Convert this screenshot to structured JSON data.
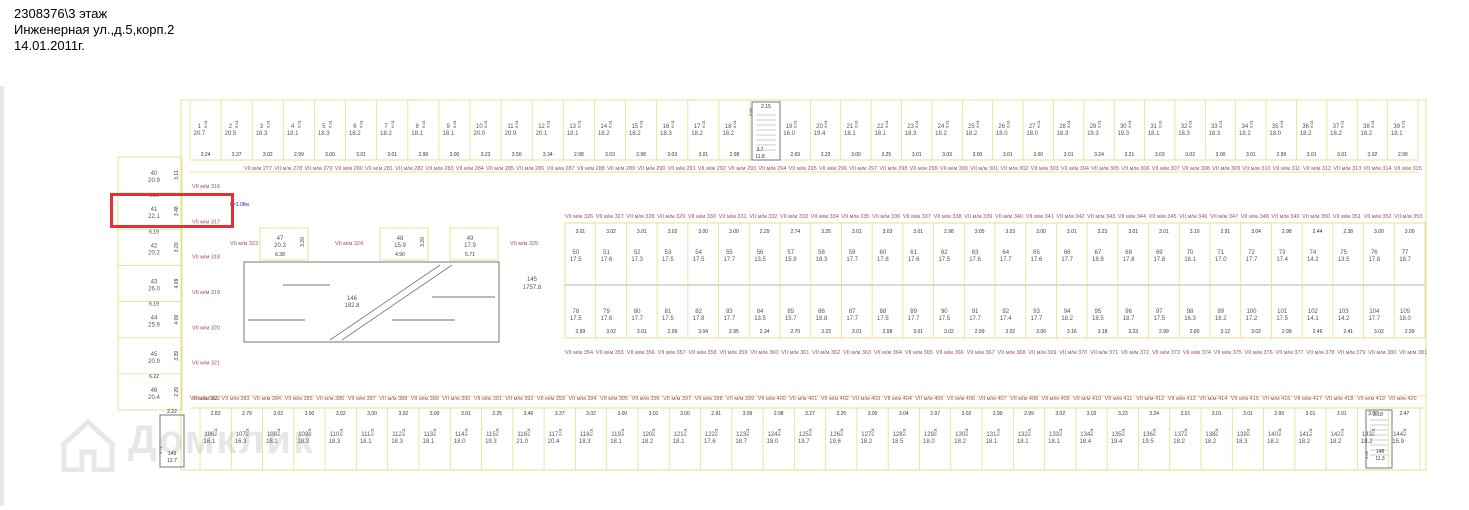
{
  "header": {
    "id_line": "2308376\\3 этаж",
    "address": "Инженерная ул.,д.5,корп.2",
    "date": "14.01.2011г."
  },
  "highlight": {
    "label": "VII м/м 317",
    "color": "#e53030"
  },
  "watermark": {
    "icon": "house-logo-icon",
    "text": "Домклик"
  },
  "colors": {
    "wall": "#e6e08a",
    "text": "#555555",
    "space_label": "#a0506a",
    "accent_green": "#7bb07b",
    "red": "#e53030"
  },
  "height_note": "h=3.08м",
  "central_hall": {
    "num": "145",
    "area": "1757.8"
  },
  "ramp_room": {
    "num": "146",
    "area": "182.8"
  },
  "left_rooms": [
    {
      "num": "40",
      "area": "20.9",
      "dim": "3.11"
    },
    {
      "num": "41",
      "area": "22.1",
      "dim": "3.48",
      "top": "6.19",
      "topb": "6.19"
    },
    {
      "num": "42",
      "area": "20.2",
      "dim": "3.20",
      "top": "6.19"
    },
    {
      "num": "43",
      "area": "26.0",
      "dim": "4.09"
    },
    {
      "num": "44",
      "area": "25.9",
      "dim": "4.09",
      "top": "6.19",
      "topb": "6.21"
    },
    {
      "num": "45",
      "area": "20.9",
      "dim": "3.39"
    },
    {
      "num": "46",
      "area": "20.4",
      "dim": "2.29",
      "top": "6.22",
      "topb": "6.22"
    }
  ],
  "left_spaces": [
    "VII м/м 316",
    "VII м/м 317",
    "VII м/м 318",
    "VII м/м 319",
    "VII м/м 320",
    "VII м/м 321",
    "VII м/м 322"
  ],
  "inner_rooms": [
    {
      "num": "47",
      "area": "20.3",
      "bottom": "6.38",
      "dim": "3.20"
    },
    {
      "num": "48",
      "area": "15.9",
      "bottom": "4.90",
      "dim": "3.20"
    },
    {
      "num": "49",
      "area": "17.9",
      "bottom": "5.71"
    }
  ],
  "inner_spaces": [
    "VII м/м 323",
    "VII м/м 324",
    "VII м/м 325"
  ],
  "top_rooms": [
    {
      "num": "1",
      "area": "20.7",
      "w": "3.24"
    },
    {
      "num": "2",
      "area": "20.5",
      "w": "3.37"
    },
    {
      "num": "3",
      "area": "18.3",
      "w": "3.02"
    },
    {
      "num": "4",
      "area": "18.1",
      "w": "2.99"
    },
    {
      "num": "5",
      "area": "18.3",
      "w": "3.00"
    },
    {
      "num": "6",
      "area": "18.2",
      "w": "3.01"
    },
    {
      "num": "7",
      "area": "18.2",
      "w": "3.01"
    },
    {
      "num": "8",
      "area": "18.1",
      "w": "2.99"
    },
    {
      "num": "9",
      "area": "18.1",
      "w": "3.00"
    },
    {
      "num": "10",
      "area": "20.0",
      "w": "3.23"
    },
    {
      "num": "11",
      "area": "20.9",
      "w": "3.50"
    },
    {
      "num": "12",
      "area": "20.1",
      "w": "3.34"
    },
    {
      "num": "13",
      "area": "18.1",
      "w": "2.98"
    },
    {
      "num": "14",
      "area": "18.2",
      "w": "3.03"
    },
    {
      "num": "15",
      "area": "18.2",
      "w": "2.98"
    },
    {
      "num": "16",
      "area": "18.3",
      "w": "3.03"
    },
    {
      "num": "17",
      "area": "18.2",
      "w": "3.01"
    },
    {
      "num": "18",
      "area": "18.2",
      "w": "2.98"
    },
    {
      "num": "19",
      "area": "16.0",
      "w": "2.69"
    },
    {
      "num": "20",
      "area": "19.4",
      "w": "3.23"
    },
    {
      "num": "21",
      "area": "18.1",
      "w": "3.00"
    },
    {
      "num": "22",
      "area": "18.1",
      "w": "3.25"
    },
    {
      "num": "23",
      "area": "18.3",
      "w": "3.01"
    },
    {
      "num": "24",
      "area": "18.2",
      "w": "3.03"
    },
    {
      "num": "25",
      "area": "18.2",
      "w": "3.00"
    },
    {
      "num": "26",
      "area": "18.0",
      "w": "3.01"
    },
    {
      "num": "27",
      "area": "18.0",
      "w": "3.00"
    },
    {
      "num": "28",
      "area": "18.3",
      "w": "3.01"
    },
    {
      "num": "29",
      "area": "19.3",
      "w": "3.24"
    },
    {
      "num": "30",
      "area": "19.3",
      "w": "3.21"
    },
    {
      "num": "31",
      "area": "18.1",
      "w": "3.03"
    },
    {
      "num": "32",
      "area": "18.3",
      "w": "3.02"
    },
    {
      "num": "33",
      "area": "18.3",
      "w": "3.00"
    },
    {
      "num": "34",
      "area": "18.2",
      "w": "3.01"
    },
    {
      "num": "35",
      "area": "18.0",
      "w": "2.99"
    },
    {
      "num": "36",
      "area": "18.2",
      "w": "3.01"
    },
    {
      "num": "37",
      "area": "18.2",
      "w": "3.01"
    },
    {
      "num": "38",
      "area": "18.2",
      "w": "3.02"
    },
    {
      "num": "39",
      "area": "18.1",
      "w": "2.99"
    }
  ],
  "top_spaces_start": 277,
  "top_spaces_end": 315,
  "stair_top": {
    "label": "2.15",
    "num": "3.7",
    "area": "11.8",
    "dim": "5.60"
  },
  "middle_upper_spaces_start": 326,
  "middle_upper_spaces_end": 353,
  "middle_upper_rooms": [
    {
      "num": "50",
      "area": "17.5",
      "w": "3.01"
    },
    {
      "num": "51",
      "area": "17.6",
      "w": "3.02"
    },
    {
      "num": "52",
      "area": "17.3",
      "w": "3.01"
    },
    {
      "num": "53",
      "area": "17.5",
      "w": "3.02"
    },
    {
      "num": "54",
      "area": "17.5",
      "w": "3.00"
    },
    {
      "num": "55",
      "area": "17.7",
      "w": "3.00"
    },
    {
      "num": "56",
      "area": "13.5",
      "w": "2.29"
    },
    {
      "num": "57",
      "area": "15.9",
      "w": "2.74"
    },
    {
      "num": "58",
      "area": "18.3",
      "w": "3.25"
    },
    {
      "num": "59",
      "area": "17.7",
      "w": "3.01"
    },
    {
      "num": "60",
      "area": "17.8",
      "w": "3.03"
    },
    {
      "num": "61",
      "area": "17.6",
      "w": "3.01"
    },
    {
      "num": "62",
      "area": "17.5",
      "w": "2.98"
    },
    {
      "num": "63",
      "area": "17.6",
      "w": "3.05"
    },
    {
      "num": "64",
      "area": "17.7",
      "w": "3.03"
    },
    {
      "num": "65",
      "area": "17.6",
      "w": "3.00"
    },
    {
      "num": "66",
      "area": "17.7",
      "w": "3.01"
    },
    {
      "num": "67",
      "area": "18.9",
      "w": "3.23"
    },
    {
      "num": "68",
      "area": "17.8",
      "w": "3.01"
    },
    {
      "num": "69",
      "area": "17.8",
      "w": "3.01"
    },
    {
      "num": "70",
      "area": "18.1",
      "w": "3.10"
    },
    {
      "num": "71",
      "area": "17.0",
      "w": "2.91"
    },
    {
      "num": "72",
      "area": "17.7",
      "w": "3.04"
    },
    {
      "num": "73",
      "area": "17.4",
      "w": "2.98"
    },
    {
      "num": "74",
      "area": "14.2",
      "w": "2.44"
    },
    {
      "num": "75",
      "area": "13.5",
      "w": "2.38"
    },
    {
      "num": "76",
      "area": "17.8",
      "w": "3.00"
    },
    {
      "num": "77",
      "area": "18.7",
      "w": "3.00"
    }
  ],
  "middle_lower_rooms": [
    {
      "num": "78",
      "area": "17.5",
      "w": "2.99"
    },
    {
      "num": "79",
      "area": "17.6",
      "w": "3.02"
    },
    {
      "num": "80",
      "area": "17.7",
      "w": "3.01"
    },
    {
      "num": "81",
      "area": "17.5",
      "w": "2.99"
    },
    {
      "num": "82",
      "area": "17.8",
      "w": "3.04"
    },
    {
      "num": "83",
      "area": "17.7",
      "w": "2.95"
    },
    {
      "num": "84",
      "area": "13.5",
      "w": "2.34"
    },
    {
      "num": "85",
      "area": "15.7",
      "w": "2.70"
    },
    {
      "num": "86",
      "area": "18.8",
      "w": "3.23"
    },
    {
      "num": "87",
      "area": "17.7",
      "w": "3.01"
    },
    {
      "num": "88",
      "area": "17.5",
      "w": "2.98"
    },
    {
      "num": "89",
      "area": "17.7",
      "w": "3.01"
    },
    {
      "num": "90",
      "area": "17.5",
      "w": "3.02"
    },
    {
      "num": "91",
      "area": "17.7",
      "w": "2.99"
    },
    {
      "num": "92",
      "area": "17.4",
      "w": "3.02"
    },
    {
      "num": "93",
      "area": "17.7",
      "w": "3.00"
    },
    {
      "num": "94",
      "area": "18.2",
      "w": "3.16"
    },
    {
      "num": "95",
      "area": "18.5",
      "w": "3.18"
    },
    {
      "num": "96",
      "area": "18.7",
      "w": "3.23"
    },
    {
      "num": "97",
      "area": "17.5",
      "w": "2.99"
    },
    {
      "num": "98",
      "area": "16.3",
      "w": "2.80"
    },
    {
      "num": "99",
      "area": "18.2",
      "w": "3.12"
    },
    {
      "num": "100",
      "area": "17.2",
      "w": "3.02"
    },
    {
      "num": "101",
      "area": "17.5",
      "w": "2.99"
    },
    {
      "num": "102",
      "area": "14.1",
      "w": "2.46"
    },
    {
      "num": "103",
      "area": "14.2",
      "w": "2.41"
    },
    {
      "num": "104",
      "area": "17.7",
      "w": "3.02"
    },
    {
      "num": "105",
      "area": "18.0",
      "w": "2.99"
    }
  ],
  "middle_lower_spaces_start": 354,
  "middle_lower_spaces_end": 381,
  "bottom_spaces_start": 382,
  "bottom_spaces_end": 420,
  "bottom_rooms": [
    {
      "num": "106",
      "area": "16.1",
      "w": "2.83"
    },
    {
      "num": "107",
      "area": "16.3",
      "w": "2.79"
    },
    {
      "num": "108",
      "area": "18.1",
      "w": "3.02"
    },
    {
      "num": "109",
      "area": "18.3",
      "w": "3.00"
    },
    {
      "num": "110",
      "area": "18.3",
      "w": "3.02"
    },
    {
      "num": "111",
      "area": "18.1",
      "w": "3.00"
    },
    {
      "num": "112",
      "area": "18.3",
      "w": "3.02"
    },
    {
      "num": "113",
      "area": "18.1",
      "w": "3.00"
    },
    {
      "num": "114",
      "area": "18.0",
      "w": "3.01"
    },
    {
      "num": "115",
      "area": "19.3",
      "w": "3.25"
    },
    {
      "num": "116",
      "area": "21.0",
      "w": "3.46"
    },
    {
      "num": "117",
      "area": "20.4",
      "w": "3.37"
    },
    {
      "num": "118",
      "area": "18.3",
      "w": "3.02"
    },
    {
      "num": "119",
      "area": "18.1",
      "w": "3.00"
    },
    {
      "num": "120",
      "area": "18.2",
      "w": "3.01"
    },
    {
      "num": "121",
      "area": "18.1",
      "w": "3.00"
    },
    {
      "num": "122",
      "area": "17.6",
      "w": "2.91"
    },
    {
      "num": "123",
      "area": "18.7",
      "w": "3.09"
    },
    {
      "num": "124",
      "area": "18.0",
      "w": "2.98"
    },
    {
      "num": "125",
      "area": "19.7",
      "w": "3.27"
    },
    {
      "num": "126",
      "area": "19.6",
      "w": "3.25"
    },
    {
      "num": "127",
      "area": "18.2",
      "w": "3.00"
    },
    {
      "num": "128",
      "area": "18.5",
      "w": "3.04"
    },
    {
      "num": "129",
      "area": "18.0",
      "w": "2.97"
    },
    {
      "num": "130",
      "area": "18.2",
      "w": "3.02"
    },
    {
      "num": "131",
      "area": "18.1",
      "w": "2.99"
    },
    {
      "num": "132",
      "area": "18.1",
      "w": "2.99"
    },
    {
      "num": "133",
      "area": "18.1",
      "w": "3.02"
    },
    {
      "num": "134",
      "area": "18.4",
      "w": "3.03"
    },
    {
      "num": "135",
      "area": "19.4",
      "w": "3.23"
    },
    {
      "num": "136",
      "area": "19.5",
      "w": "3.24"
    },
    {
      "num": "137",
      "area": "18.2",
      "w": "3.01"
    },
    {
      "num": "138",
      "area": "18.2",
      "w": "3.01"
    },
    {
      "num": "139",
      "area": "18.3",
      "w": "3.01"
    },
    {
      "num": "140",
      "area": "18.2",
      "w": "2.99"
    },
    {
      "num": "141",
      "area": "18.2",
      "w": "3.01"
    },
    {
      "num": "142",
      "area": "18.2",
      "w": "3.01"
    },
    {
      "num": "143",
      "area": "18.2",
      "w": "3.02"
    },
    {
      "num": "144",
      "area": "15.9",
      "w": "2.47"
    }
  ],
  "stair_bottom_left": {
    "num": "149",
    "area": "12.7",
    "dim": "5.71",
    "w": "2.22"
  },
  "stair_bottom_right": {
    "label": "2.18",
    "num": "148",
    "area": "11.3",
    "dim": "5.56"
  }
}
